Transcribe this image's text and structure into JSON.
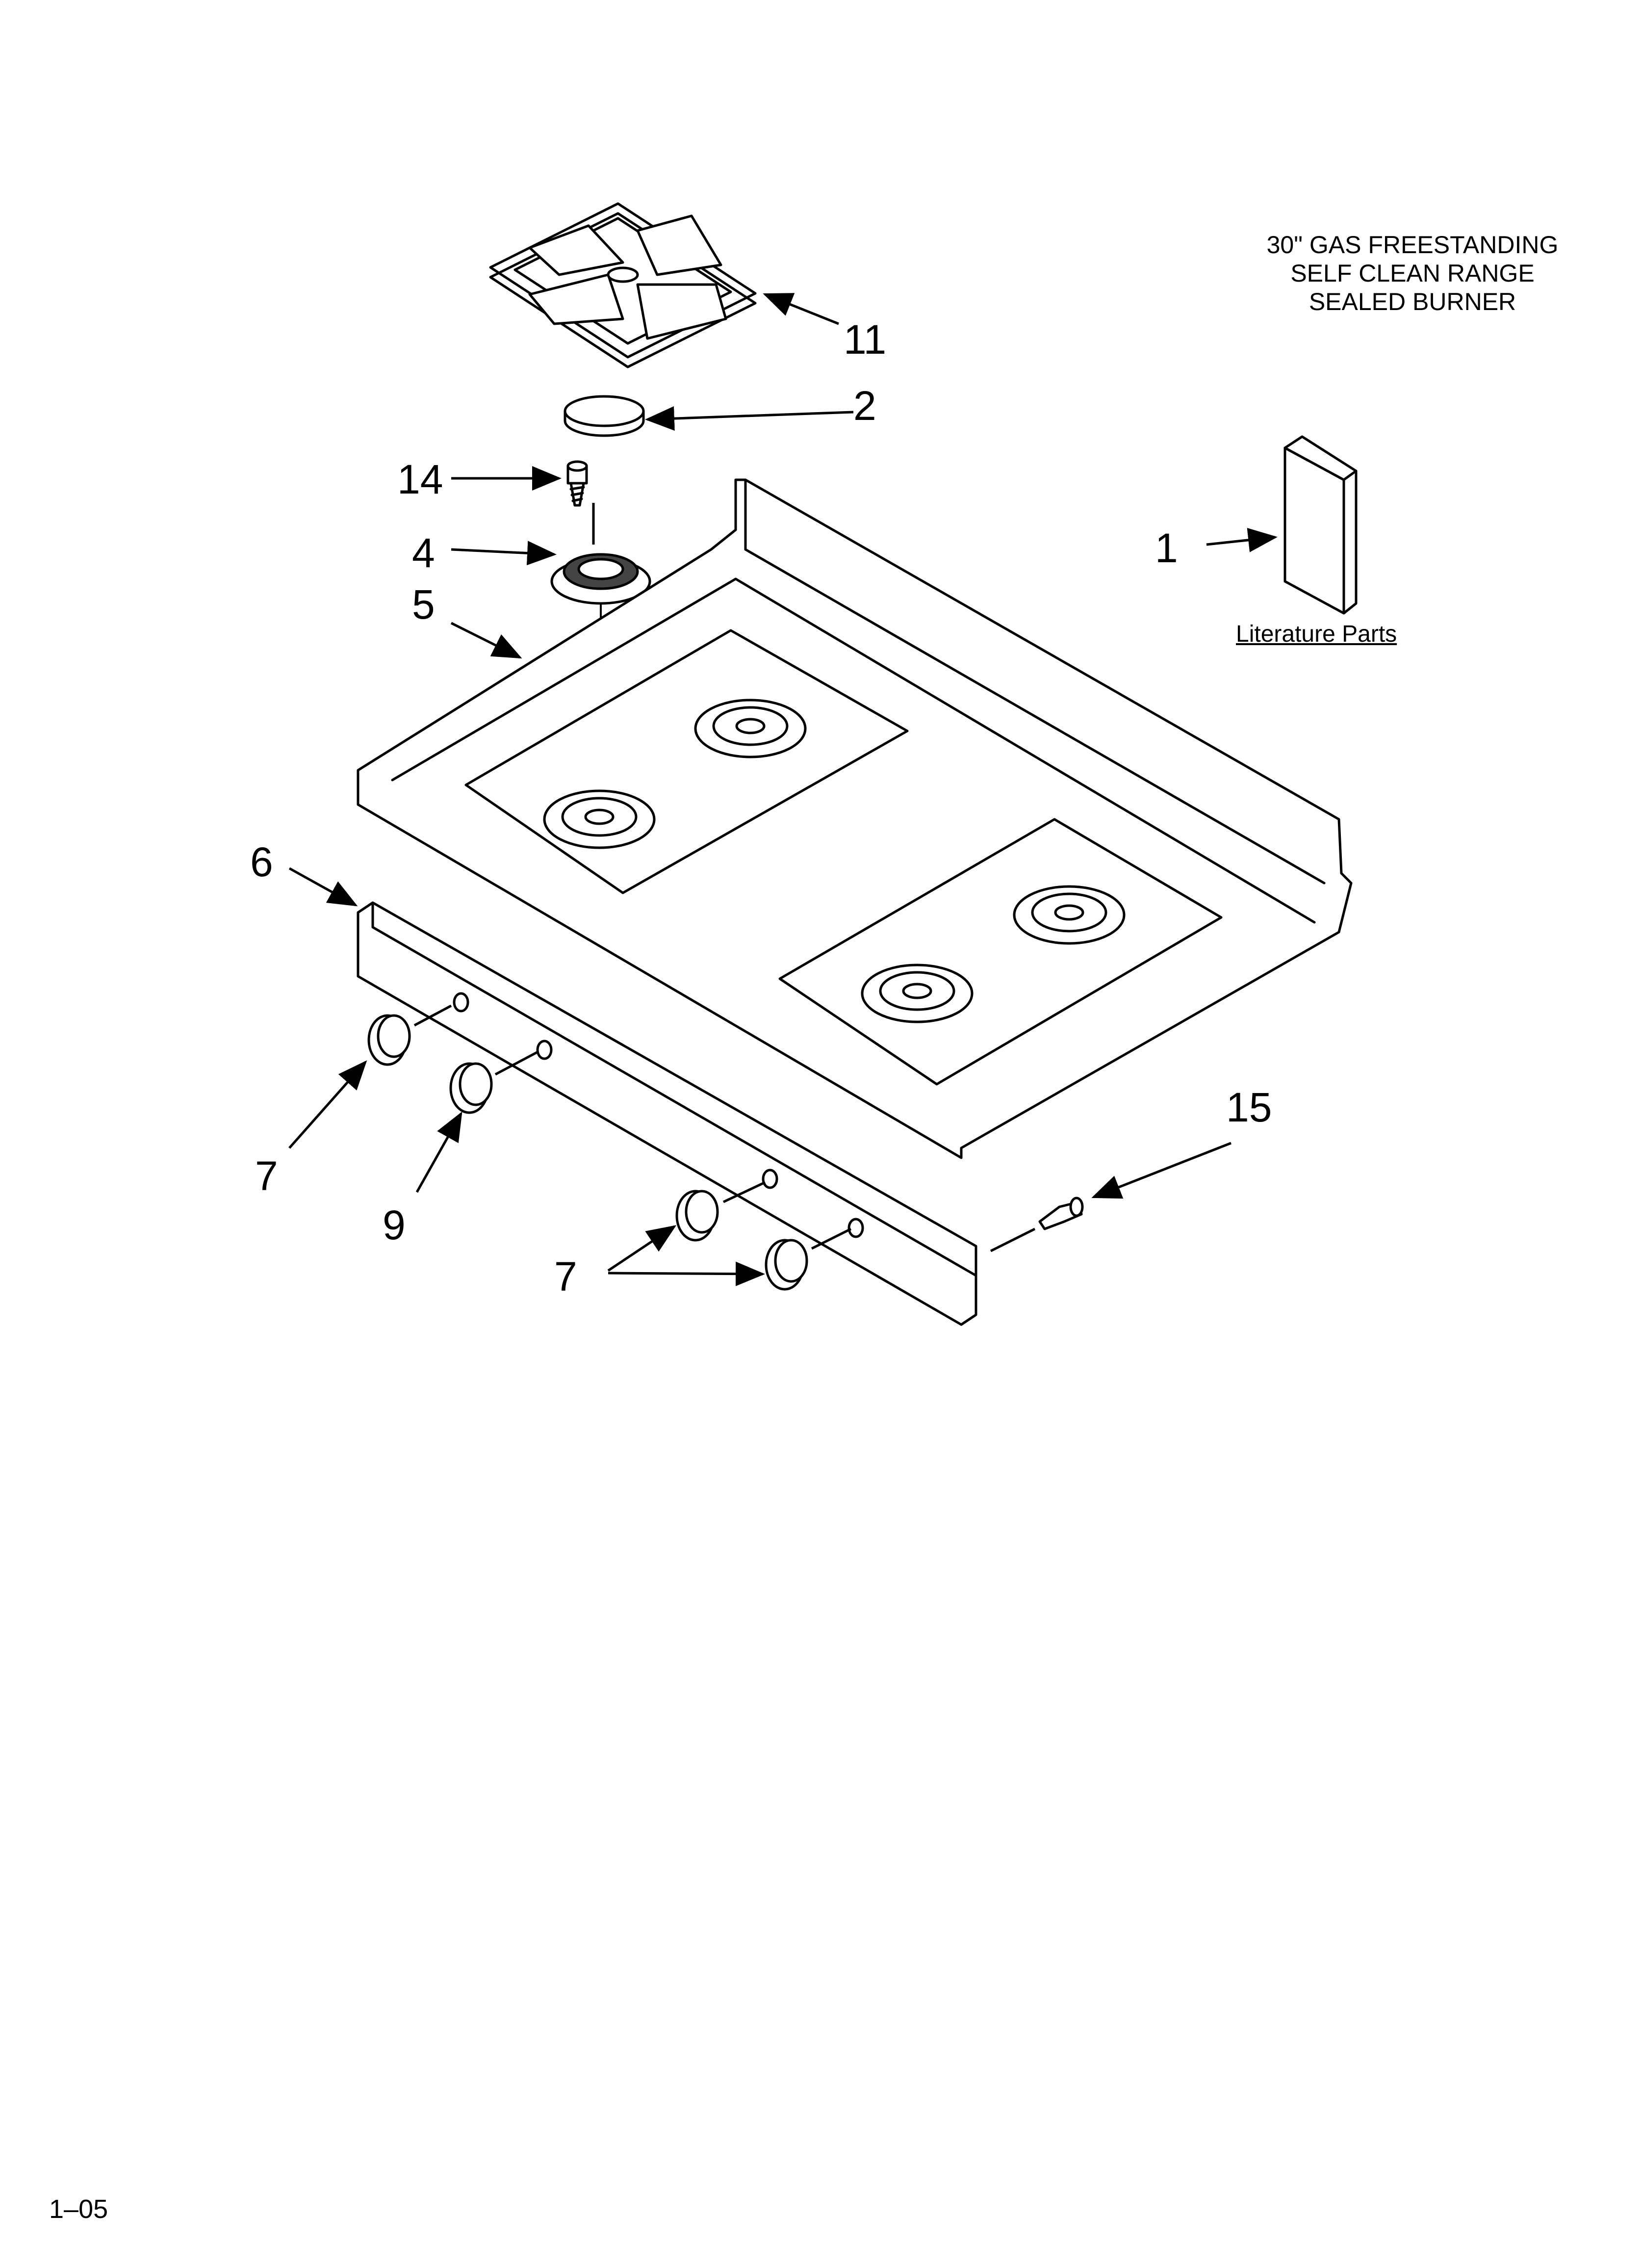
{
  "title": {
    "lines": [
      "30\" GAS FREESTANDING",
      "SELF CLEAN RANGE",
      "SEALED BURNER"
    ]
  },
  "literature_label": "Literature Parts",
  "page_code": "1–05",
  "callouts": {
    "c11": "11",
    "c2": "2",
    "c14": "14",
    "c4": "4",
    "c5": "5",
    "c1": "1",
    "c6": "6",
    "c7a": "7",
    "c9": "9",
    "c7b": "7",
    "c15": "15"
  },
  "parts": [
    {
      "number": "1",
      "icon": "literature-parts-booklet"
    },
    {
      "number": "2",
      "icon": "burner-cap"
    },
    {
      "number": "4",
      "icon": "burner-base"
    },
    {
      "number": "5",
      "icon": "cooktop"
    },
    {
      "number": "6",
      "icon": "control-panel"
    },
    {
      "number": "7",
      "icon": "control-knob"
    },
    {
      "number": "9",
      "icon": "control-knob"
    },
    {
      "number": "11",
      "icon": "burner-grate"
    },
    {
      "number": "14",
      "icon": "screw"
    },
    {
      "number": "15",
      "icon": "screw"
    }
  ],
  "colors": {
    "line": "#000000",
    "background": "#ffffff"
  }
}
